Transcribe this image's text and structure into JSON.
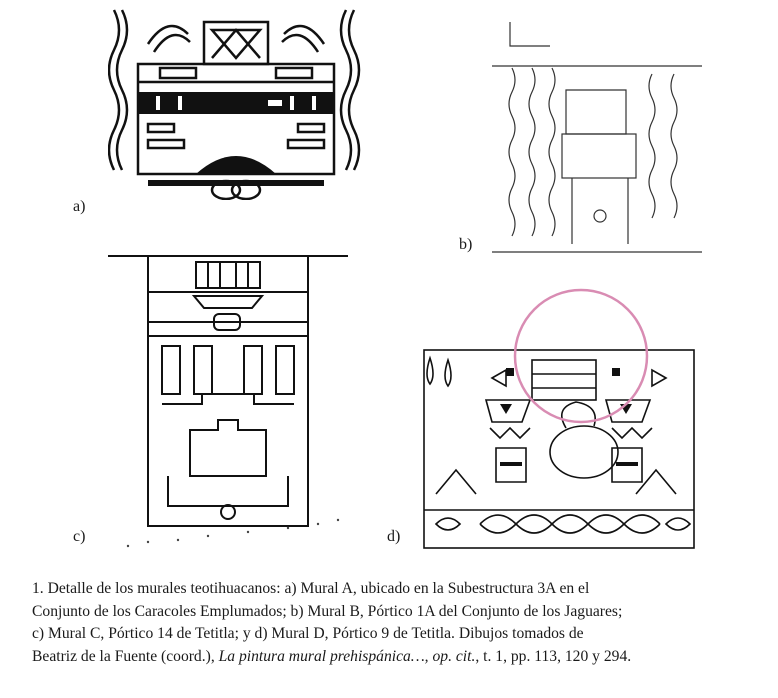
{
  "labels": {
    "a": "a)",
    "b": "b)",
    "c": "c)",
    "d": "d)"
  },
  "caption": {
    "line1": "1. Detalle de los murales teotihuacanos: a) Mural A, ubicado en la Subestructura 3A en el",
    "line2": "Conjunto de los Caracoles Emplumados; b) Mural B, Pórtico 1A del Conjunto de los Jaguares;",
    "line3": "c) Mural C, Pórtico 14 de Tetitla; y d) Mural D, Pórtico 9 de Tetitla. Dibujos tomados de",
    "line4_start": "Beatriz de la Fuente (coord.), ",
    "line4_title": "La pintura mural prehispánica…, op. cit.",
    "line4_end": ", t. 1, pp. 113, 120 y 294."
  },
  "colors": {
    "ink": "#111111",
    "highlight_circle": "#d98cb3"
  }
}
